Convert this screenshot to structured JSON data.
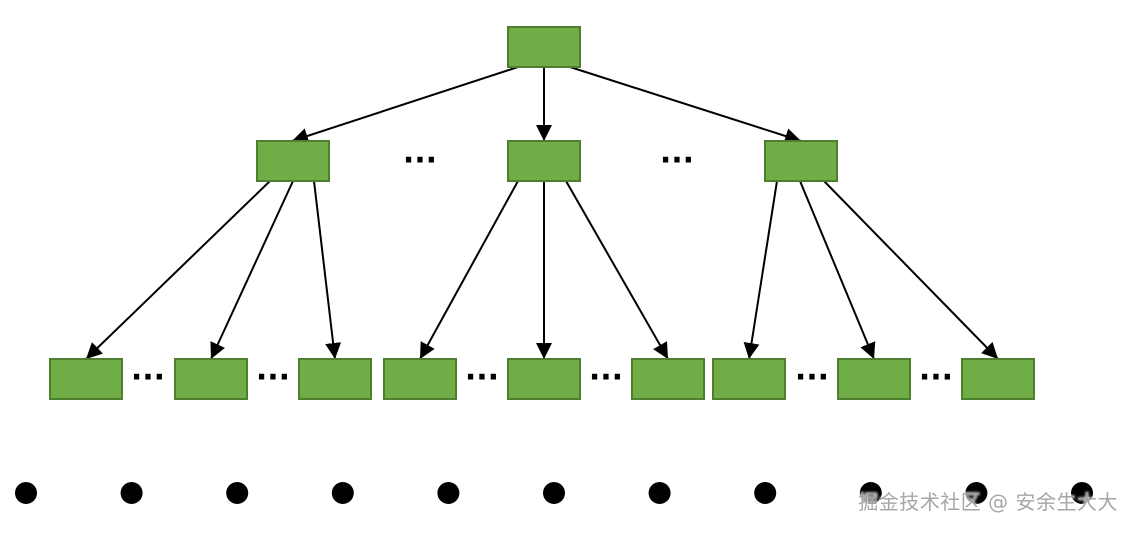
{
  "diagram": {
    "type": "tree",
    "description_note": "",
    "colors": {
      "node_fill": "#70ad47",
      "node_stroke": "#4e7f2f",
      "edge": "#000000",
      "dot": "#000000"
    },
    "ellipsis_symbol": "···",
    "levels": [
      {
        "level": 0,
        "node_count": 1
      },
      {
        "level": 1,
        "node_count": 3
      },
      {
        "level": 2,
        "node_count": 9
      }
    ],
    "edges": [
      [
        "n0",
        "n1a"
      ],
      [
        "n0",
        "n1b"
      ],
      [
        "n0",
        "n1c"
      ],
      [
        "n1a",
        "n2a"
      ],
      [
        "n1a",
        "n2b"
      ],
      [
        "n1a",
        "n2c"
      ],
      [
        "n1b",
        "n2d"
      ],
      [
        "n1b",
        "n2e"
      ],
      [
        "n1b",
        "n2f"
      ],
      [
        "n1c",
        "n2g"
      ],
      [
        "n1c",
        "n2h"
      ],
      [
        "n1c",
        "n2i"
      ]
    ],
    "bottom_dot_count": 11
  },
  "watermark": {
    "text": "掘金技术社区 @ 安余生大大"
  }
}
